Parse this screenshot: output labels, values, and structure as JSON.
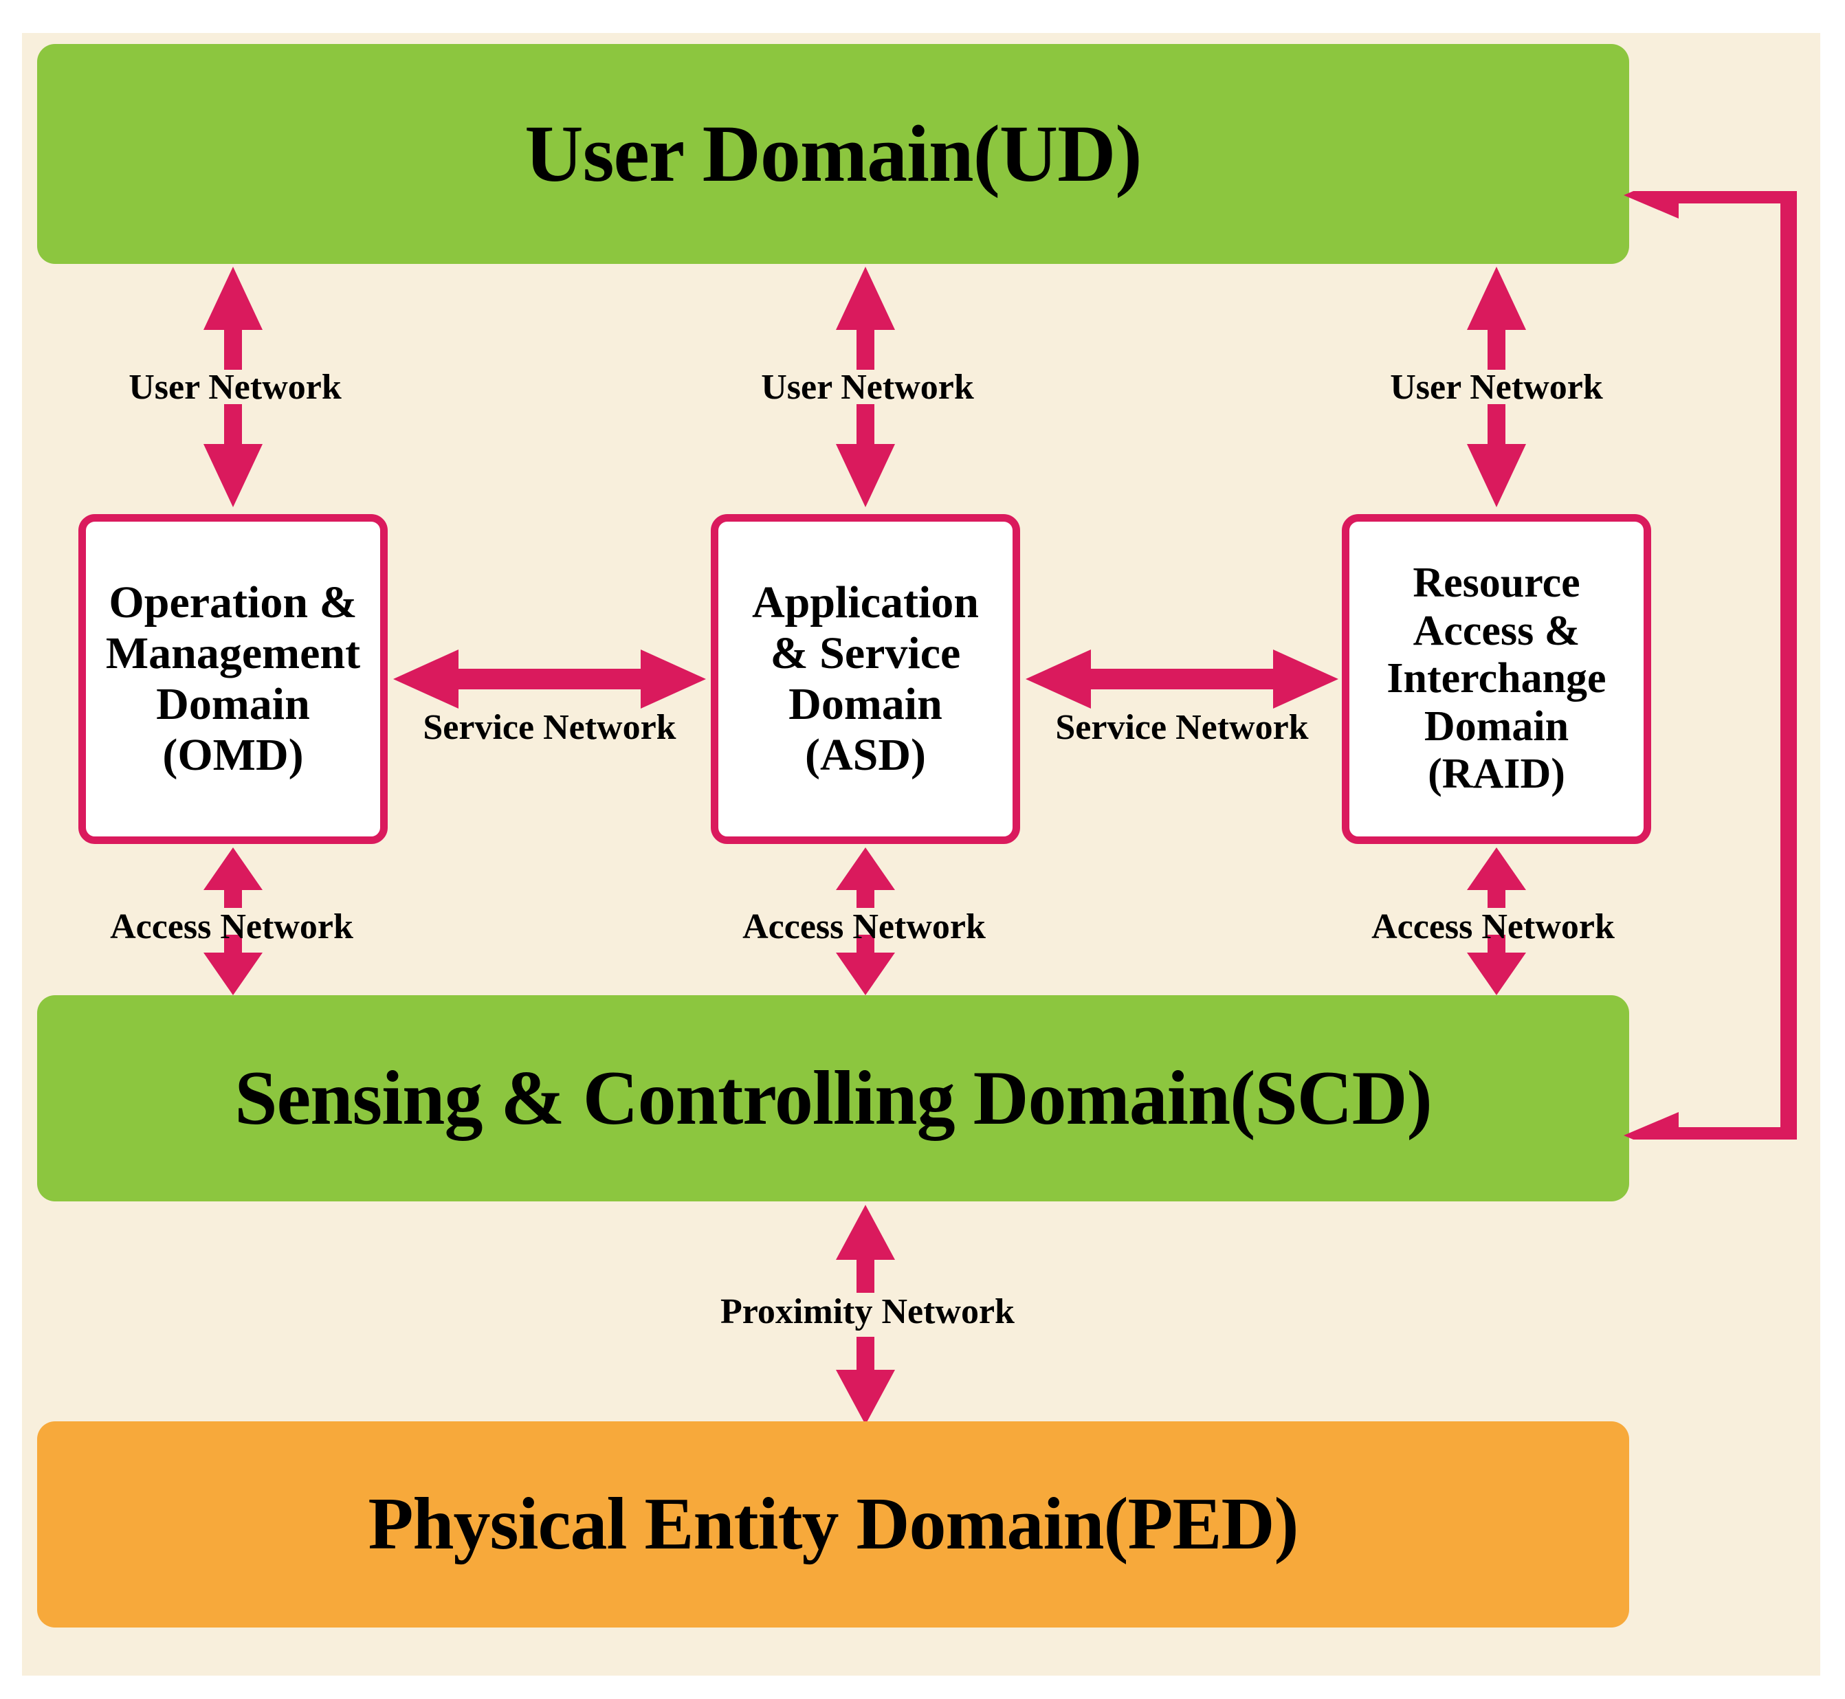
{
  "diagram": {
    "title": "IoT Reference Architecture Domain Model",
    "colors": {
      "background": "#F8EFDC",
      "green": "#8CC63F",
      "orange": "#F7A93B",
      "accent": "#DA1A5D",
      "box_fill": "#FFFFFF",
      "text": "#000000"
    }
  },
  "banners": {
    "user_domain": "User Domain(UD)",
    "sensing_controlling_domain": "Sensing & Controlling Domain(SCD)",
    "physical_entity_domain": "Physical Entity Domain(PED)"
  },
  "domain_boxes": [
    {
      "id": "omd",
      "lines": [
        "Operation &",
        "Management",
        "Domain",
        "(OMD)"
      ]
    },
    {
      "id": "asd",
      "lines": [
        "Application",
        "& Service",
        "Domain",
        "(ASD)"
      ]
    },
    {
      "id": "raid",
      "lines": [
        "Resource",
        "Access &",
        "Interchange",
        "Domain",
        "(RAID)"
      ]
    }
  ],
  "connections": {
    "user_network_left": "User Network",
    "user_network_center": "User Network",
    "user_network_right": "User Network",
    "service_network_left": "Service Network",
    "service_network_right": "Service Network",
    "access_network_left": "Access Network",
    "access_network_center": "Access Network",
    "access_network_right": "Access Network",
    "proximity_network": "Proximity Network"
  }
}
